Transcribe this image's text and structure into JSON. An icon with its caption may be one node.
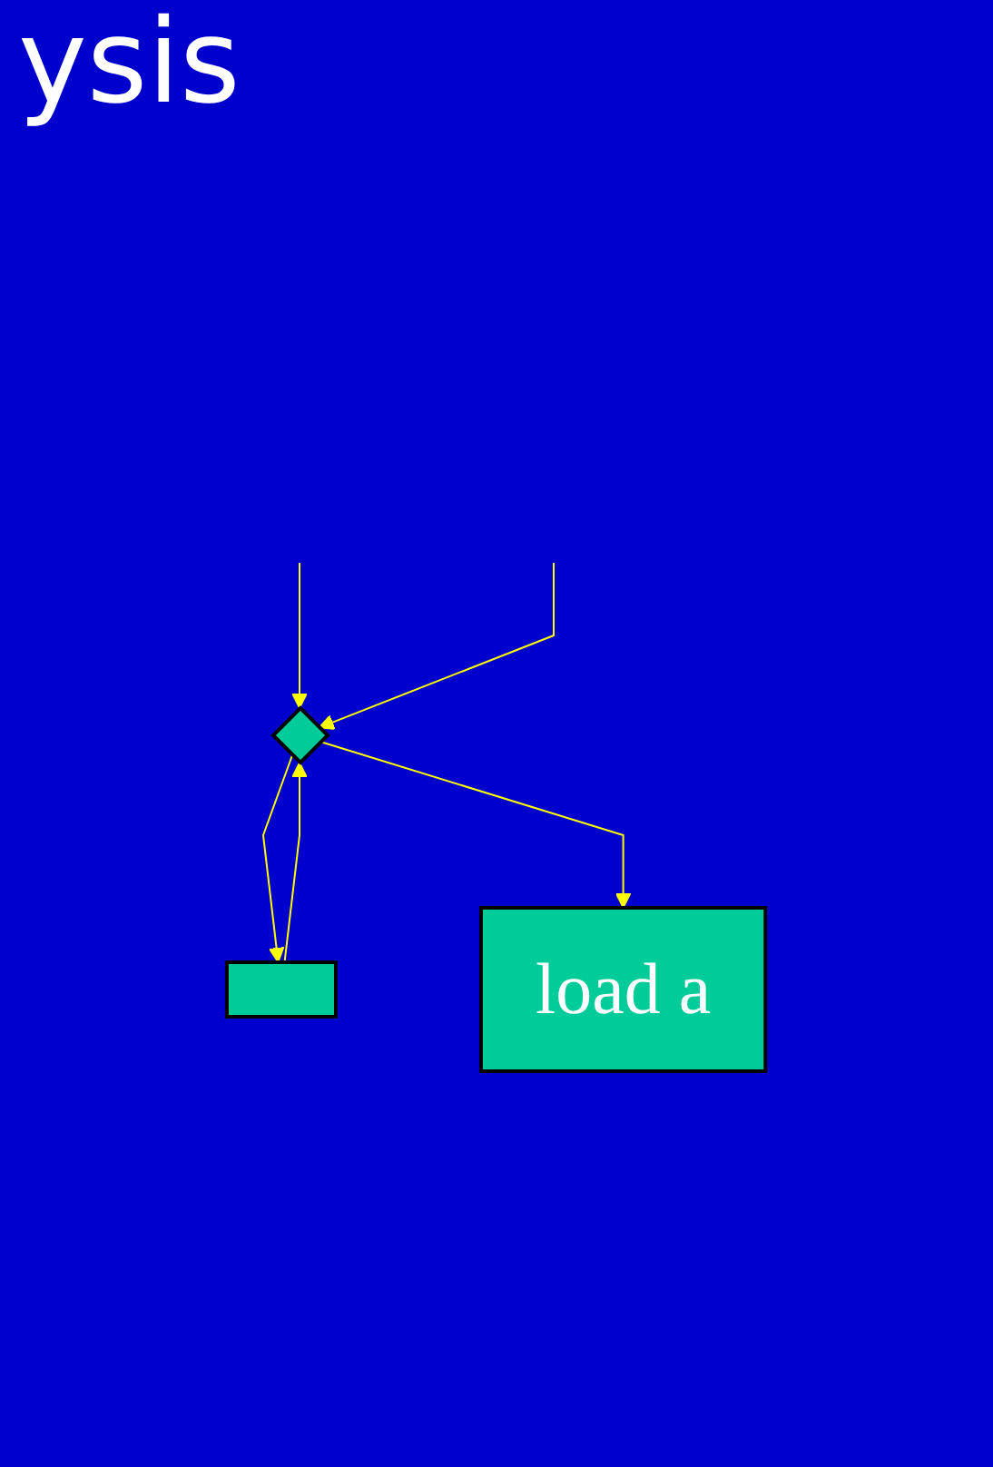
{
  "diagram": {
    "title": "ysis",
    "nodes": [
      {
        "text": [],
        "shape": "diamond"
      },
      {
        "text": [],
        "shape": "box"
      },
      {
        "text": [
          "load a"
        ]
      }
    ],
    "edges": [
      {
        "from": null,
        "to": 0,
        "arrow": "to"
      },
      {
        "from": null,
        "to": 0,
        "arrow": "to"
      },
      {
        "from": 0,
        "to": 1,
        "arrow": "to"
      },
      {
        "from": 0,
        "to": 2,
        "arrow": "to"
      },
      {
        "from": 1,
        "to": 0,
        "arrow": "to"
      }
    ]
  }
}
